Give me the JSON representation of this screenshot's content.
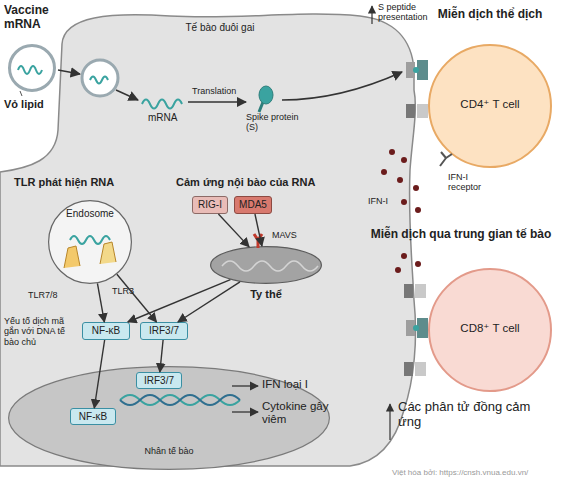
{
  "diagram": {
    "nodes": [
      {
        "text": [
          "Vaccine mRNA"
        ]
      },
      {
        "text": [
          "Tế bào đuôi gai"
        ]
      },
      {
        "text": [
          "Endosome"
        ],
        "in": 1
      },
      {
        "text": [
          "RIG-I"
        ],
        "in": 1
      },
      {
        "text": [
          "MDA5"
        ],
        "in": 1
      },
      {
        "text": [
          "Ty thể"
        ],
        "in": 1
      },
      {
        "text": [
          "NF-κB"
        ],
        "in": 1
      },
      {
        "text": [
          "IRF3/7"
        ],
        "in": 1
      },
      {
        "text": [
          "Nhân tế bào"
        ],
        "in": 1
      },
      {
        "text": [
          "NF-κB"
        ],
        "in": 8
      },
      {
        "text": [
          "IRF3/7"
        ],
        "in": 8
      },
      {
        "text": [
          "Miễn dịch thể dịch",
          "CD4⁺ T cell"
        ]
      },
      {
        "text": [
          "Miễn dịch qua trung gian tế bào",
          "CD8⁺ T cell"
        ]
      }
    ],
    "edges": [
      {
        "from": 3,
        "to": 5,
        "arrow": "to"
      },
      {
        "from": 4,
        "to": 5,
        "arrow": "to"
      },
      {
        "from": 2,
        "to": 6,
        "arrow": "to"
      },
      {
        "from": 2,
        "to": 7,
        "arrow": "to"
      },
      {
        "from": 5,
        "to": 6,
        "arrow": "to"
      },
      {
        "from": 5,
        "to": 7,
        "arrow": "to"
      },
      {
        "from": 6,
        "to": 9,
        "arrow": "to"
      },
      {
        "from": 7,
        "to": 10,
        "arrow": "to"
      }
    ],
    "labels": [
      "Vỏ lipid",
      "mRNA",
      "Translation",
      "Spike protein (S)",
      "S peptide presentation",
      "IFN-I receptor",
      "IFN-I",
      "TLR phát hiện RNA",
      "Cảm ứng nội bào của RNA",
      "TLR7/8",
      "TLR3",
      "MAVS",
      "Yếu tố dịch mã gắn với DNA tế bào chủ",
      "IFN loại I",
      "Cytokine gây viêm",
      "Các phân tử đồng cảm ứng",
      "Việt hóa bởi: https://cnsh.vnua.edu.vn/"
    ]
  }
}
